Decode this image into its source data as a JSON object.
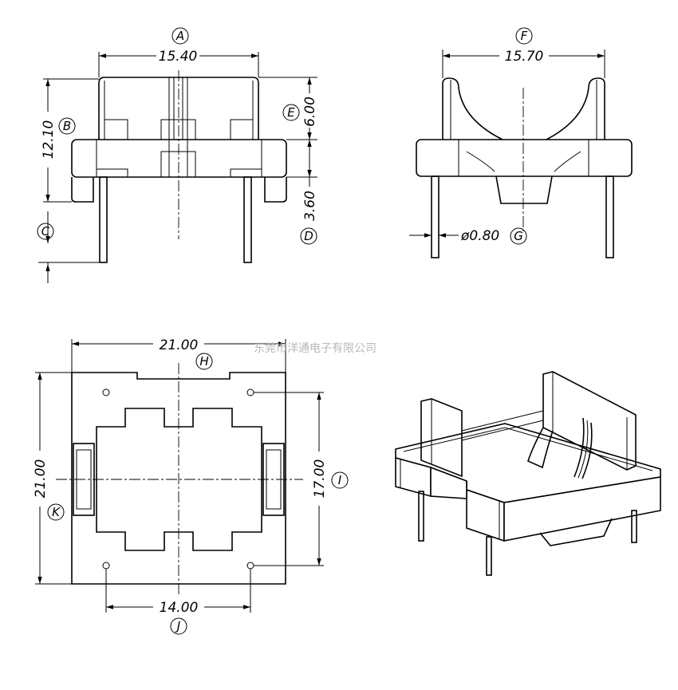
{
  "dimensions": {
    "a_width": "15.40",
    "b_height": "12.10",
    "e_height": "6.00",
    "d_height": "3.60",
    "f_width": "15.70",
    "g_pin": "ø0.80",
    "h_width": "21.00",
    "k_height": "21.00",
    "i_height": "17.00",
    "j_width": "14.00"
  },
  "labels": {
    "a": "A",
    "b": "B",
    "c": "C",
    "d": "D",
    "e": "E",
    "f": "F",
    "g": "G",
    "h": "H",
    "i": "I",
    "j": "J",
    "k": "K"
  },
  "watermark": "东莞市洋通电子有限公司"
}
